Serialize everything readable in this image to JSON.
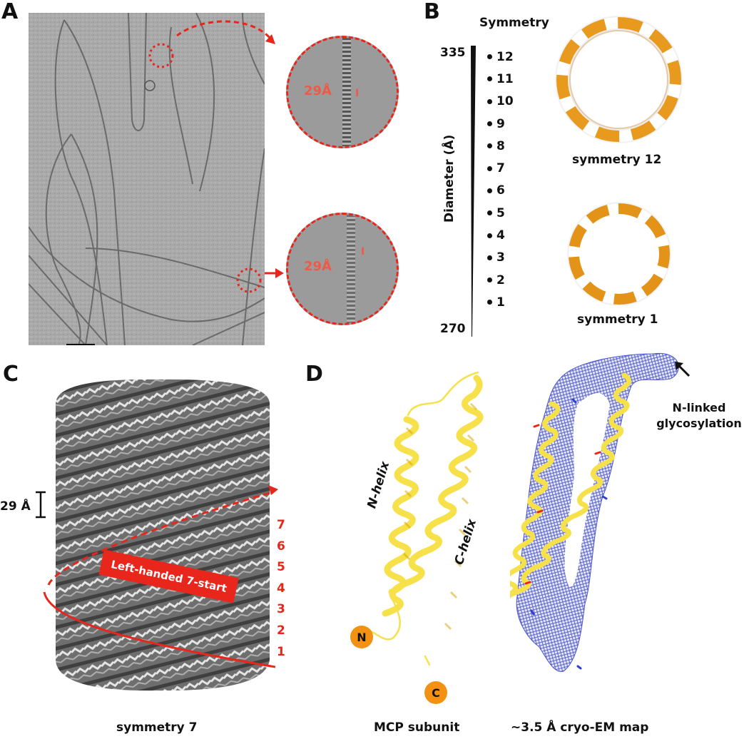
{
  "figure": {
    "panels": {
      "A": {
        "letter": "A",
        "description": "cryo-EM micrograph of filaments with two magnified circular insets",
        "insets": [
          {
            "label": "29Å",
            "marker": "I"
          },
          {
            "label": "29Å",
            "marker": "I"
          }
        ],
        "colors": {
          "annotation": "#e8261b",
          "label_text": "#ef5a48"
        }
      },
      "B": {
        "letter": "B",
        "column_title": "Symmetry",
        "axis_label": "Diameter (Å)",
        "axis_top": "335",
        "axis_bottom": "270",
        "symmetries": [
          "12",
          "11",
          "10",
          "9",
          "8",
          "7",
          "6",
          "5",
          "4",
          "3",
          "2",
          "1"
        ],
        "ring_captions": [
          "symmetry 12",
          "symmetry 1"
        ],
        "ring_color": "#e89a1f"
      },
      "C": {
        "letter": "C",
        "spacing_label": "29 Å",
        "start_numbers": [
          "7",
          "6",
          "5",
          "4",
          "3",
          "2",
          "1"
        ],
        "badge": "Left-handed 7-start",
        "caption": "symmetry 7",
        "accent": "#e8261b"
      },
      "D": {
        "letter": "D",
        "n_helix_label": "N-helix",
        "c_helix_label": "C-helix",
        "n_terminus": "N",
        "c_terminus": "C",
        "glyco_line1": "N-linked",
        "glyco_line2": "glycosylation",
        "caption_left": "MCP subunit",
        "caption_right": "~3.5 Å cryo-EM map",
        "helix_color": "#f7e14a",
        "mesh_color": "#4a55c8",
        "terminus_color": "#f39212"
      }
    }
  }
}
